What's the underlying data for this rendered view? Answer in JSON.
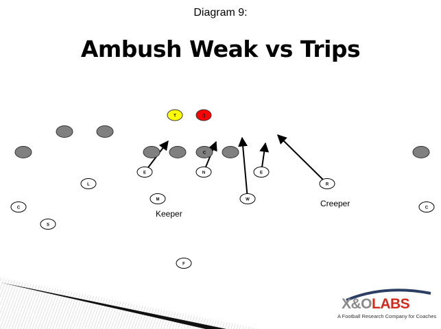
{
  "diagram": {
    "subtitle": "Diagram 9:",
    "title": "Ambush Weak vs Trips",
    "tags": {
      "keeper": "Keeper",
      "creeper": "Creeper"
    },
    "offense": [
      {
        "id": "wr-left-1",
        "label": ""
      },
      {
        "id": "wr-left-2",
        "label": ""
      },
      {
        "id": "wr-left-3",
        "label": ""
      },
      {
        "id": "lt",
        "label": ""
      },
      {
        "id": "lg",
        "label": ""
      },
      {
        "id": "center",
        "label": "C"
      },
      {
        "id": "rg",
        "label": ""
      },
      {
        "id": "wr-right",
        "label": ""
      },
      {
        "id": "tight-end",
        "label": "T"
      },
      {
        "id": "quarterback",
        "label": "Q"
      }
    ],
    "defense": [
      {
        "id": "end-left",
        "label": "E"
      },
      {
        "id": "nose",
        "label": "N"
      },
      {
        "id": "end-right",
        "label": "E"
      },
      {
        "id": "will",
        "label": "W"
      },
      {
        "id": "rover",
        "label": "R"
      },
      {
        "id": "lb-l",
        "label": "L"
      },
      {
        "id": "mike",
        "label": "M"
      },
      {
        "id": "corner-left",
        "label": "C"
      },
      {
        "id": "corner-right",
        "label": "C"
      },
      {
        "id": "safety",
        "label": "S"
      },
      {
        "id": "free-safety",
        "label": "F"
      }
    ],
    "colors": {
      "offense_fill": "#808080",
      "tight_end_fill": "#ffff00",
      "qb_fill": "#ff0000",
      "defense_fill": "#ffffff"
    }
  },
  "logo": {
    "xo": "X&O",
    "labs": "LABS",
    "tagline": "A Football Research Company for Coaches"
  }
}
